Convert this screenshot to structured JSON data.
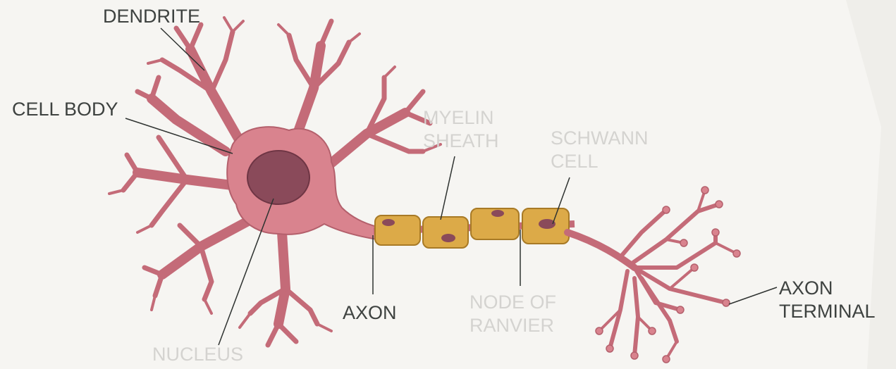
{
  "diagram": {
    "labels": {
      "dendrite": "DENDRITE",
      "cell_body": "CELL BODY",
      "myelin_sheath": [
        "MYELIN",
        "SHEATH"
      ],
      "schwann_cell": [
        "SCHWANN",
        "CELL"
      ],
      "axon": "AXON",
      "node_of_ranvier": [
        "NODE OF",
        "RANVIER"
      ],
      "axon_terminal": [
        "AXON",
        "TERMINAL"
      ],
      "nucleus": "NUCLEUS"
    },
    "colors": {
      "background": "#f6f5f2",
      "neuron": "#d9838e",
      "neuron_outline": "#b4606c",
      "nucleus": "#8a4a5a",
      "myelin": "#dcaa48",
      "myelin_outline": "#a87a26",
      "label_dark": "#3e4240",
      "label_light": "#d4d3d0"
    }
  }
}
